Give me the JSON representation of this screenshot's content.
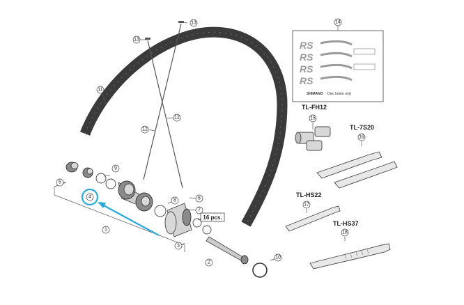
{
  "callouts": {
    "c1": "1",
    "c2": "2",
    "c3": "3",
    "c4": "4",
    "c5": "5",
    "c6": "6",
    "c7": "7",
    "c8": "8",
    "c9": "9",
    "c10": "10",
    "c11": "11",
    "c12": "12",
    "c13": "13",
    "c14": "14",
    "c15": "15",
    "c16": "16",
    "c17": "17",
    "c18": "18"
  },
  "spoke_count_label": "16 pcs.",
  "tools": {
    "fh12": "TL-FH12",
    "s20": "TL-7S20",
    "hs22": "TL-HS22",
    "hs37": "TL-HS37"
  },
  "decal_sheet": {
    "logo_text": "RS",
    "brand": "SHIMANO",
    "small_note": "Disc brake only"
  },
  "colors": {
    "highlight": "#29a8dc",
    "rim": "#3a3a3a",
    "line": "#444444"
  }
}
